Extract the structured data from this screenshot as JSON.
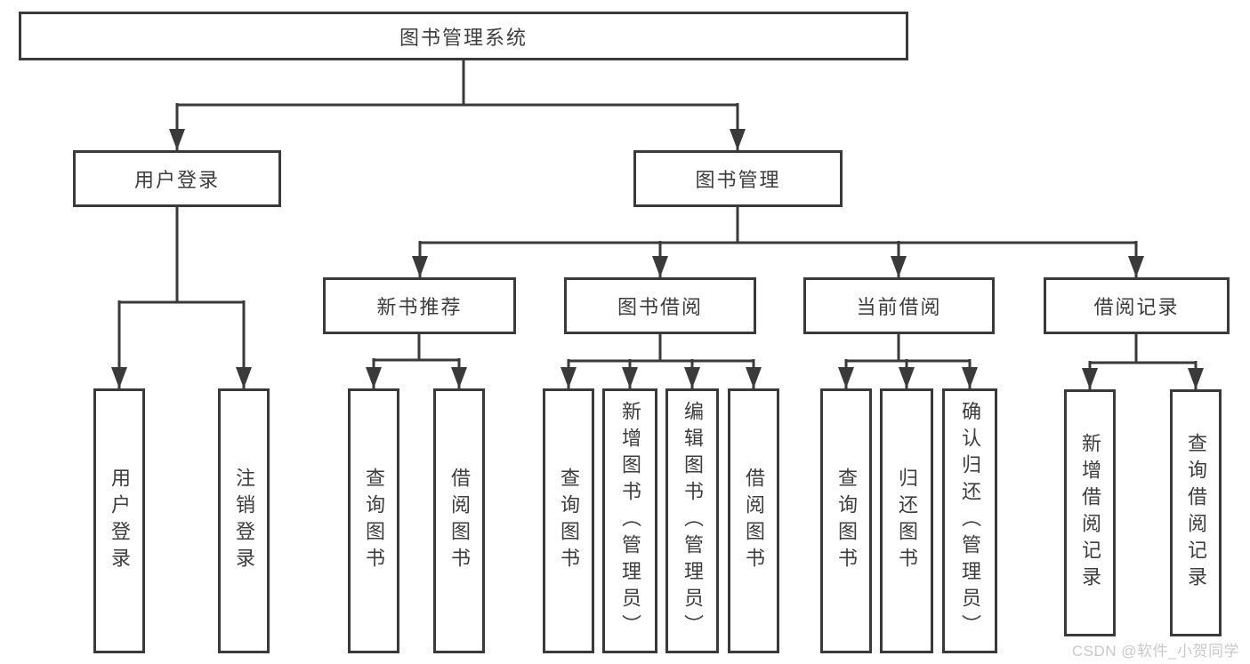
{
  "diagram": {
    "root": {
      "id": "library-management-system",
      "label": "图书管理系统"
    },
    "level2": [
      {
        "id": "user-login",
        "label": "用户登录"
      },
      {
        "id": "book-management",
        "label": "图书管理"
      }
    ],
    "level3": [
      {
        "id": "new-book-recommend",
        "parent": "book-management",
        "label": "新书推荐"
      },
      {
        "id": "book-borrow",
        "parent": "book-management",
        "label": "图书借阅"
      },
      {
        "id": "current-borrow",
        "parent": "book-management",
        "label": "当前借阅"
      },
      {
        "id": "borrow-records",
        "parent": "book-management",
        "label": "借阅记录"
      }
    ],
    "leaves": [
      {
        "id": "leaf-user-login",
        "parent": "user-login",
        "label": "用户登录"
      },
      {
        "id": "leaf-logout",
        "parent": "user-login",
        "label": "注销登录"
      },
      {
        "id": "leaf-query-books-recommend",
        "parent": "new-book-recommend",
        "label": "查询图书"
      },
      {
        "id": "leaf-borrow-books-recommend",
        "parent": "new-book-recommend",
        "label": "借阅图书"
      },
      {
        "id": "leaf-query-books-borrow",
        "parent": "book-borrow",
        "label": "查询图书"
      },
      {
        "id": "leaf-add-book-admin",
        "parent": "book-borrow",
        "label": "新增图书（管理员）"
      },
      {
        "id": "leaf-edit-book-admin",
        "parent": "book-borrow",
        "label": "编辑图书（管理员）"
      },
      {
        "id": "leaf-borrow-books-borrow",
        "parent": "book-borrow",
        "label": "借阅图书"
      },
      {
        "id": "leaf-query-books-current",
        "parent": "current-borrow",
        "label": "查询图书"
      },
      {
        "id": "leaf-return-book",
        "parent": "current-borrow",
        "label": "归还图书"
      },
      {
        "id": "leaf-confirm-return-admin",
        "parent": "current-borrow",
        "label": "确认归还（管理员）"
      },
      {
        "id": "leaf-add-borrow-record",
        "parent": "borrow-records",
        "label": "新增借阅记录"
      },
      {
        "id": "leaf-query-borrow-record",
        "parent": "borrow-records",
        "label": "查询借阅记录"
      }
    ],
    "watermark": "CSDN @软件_小贺同学",
    "colors": {
      "line": "#3a3a3a",
      "text": "#3d3d3d",
      "watermark": "#c9c9c9",
      "background": "#ffffff"
    }
  }
}
